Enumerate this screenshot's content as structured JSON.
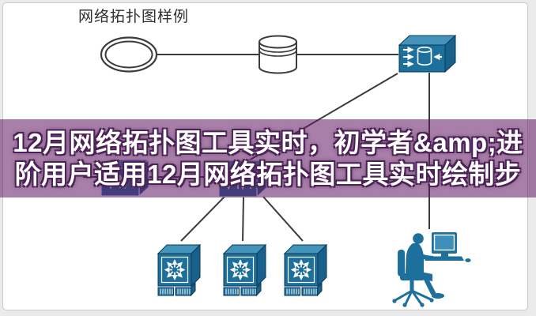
{
  "page": {
    "background_color": "#ebebeb",
    "panel_background": "#ffffff",
    "panel_border_color": "#c9c9c9"
  },
  "diagram": {
    "title": "网络拓扑图样例",
    "title_color": "#2e2e2e",
    "line_color": "#3b3b3b",
    "node_front_color": "#1d6f9c",
    "node_top_color": "#4493ba",
    "node_side_color": "#19618c",
    "nodes": [
      {
        "id": "ring-network",
        "type": "ring-ellipse"
      },
      {
        "id": "database",
        "type": "cylinder"
      },
      {
        "id": "storage-switch",
        "type": "3d-box-arrows-cylinder"
      },
      {
        "id": "switch-left",
        "type": "3d-box-switch"
      },
      {
        "id": "switch-center",
        "type": "3d-box-switch"
      },
      {
        "id": "server-switch-1",
        "type": "multilayer-switch"
      },
      {
        "id": "server-switch-2",
        "type": "multilayer-switch"
      },
      {
        "id": "server-switch-3",
        "type": "multilayer-switch"
      },
      {
        "id": "operator-workstation",
        "type": "person-at-computer"
      }
    ],
    "edges": [
      {
        "from": "ring-network",
        "to": "database"
      },
      {
        "from": "database",
        "to": "storage-switch"
      },
      {
        "from": "storage-switch",
        "to": "switch-center"
      },
      {
        "from": "storage-switch",
        "to": "operator-workstation"
      },
      {
        "from": "switch-left",
        "to": "switch-center"
      },
      {
        "from": "switch-center",
        "to": "server-switch-1"
      },
      {
        "from": "switch-center",
        "to": "server-switch-2"
      },
      {
        "from": "switch-center",
        "to": "server-switch-3"
      }
    ]
  },
  "banner": {
    "line1": "12月网络拓扑图工具实时，初学者&amp;进",
    "line2": "阶用户适用12月网络拓扑图工具实时绘制步",
    "background_color": "rgba(97,22,97,0.55)",
    "text_color": "#ffffff",
    "outline_color": "#4b2156"
  }
}
